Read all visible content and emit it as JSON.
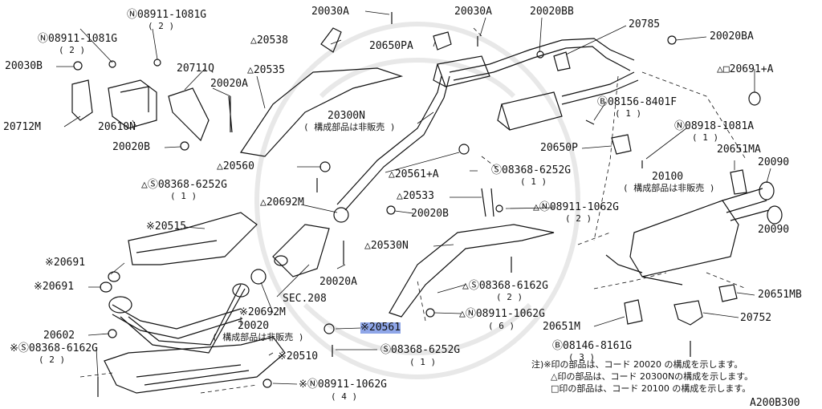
{
  "labels": {
    "l20030A_top": "20030A",
    "l20030A_right": "20030A",
    "l20020BB": "20020BB",
    "l20785": "20785",
    "l20020BA": "20020BA",
    "l20691A": "△□20691+A",
    "l20538": "△20538",
    "l20650PA": "20650PA",
    "l08911_1081G_top": "Ⓝ08911-1081G",
    "l08911_1081G_top_qty": "( 2 )",
    "l08911_1081G_left": "Ⓝ08911-1081G",
    "l08911_1081G_left_qty": "( 2 )",
    "l20030B": "20030B",
    "l20711Q": "20711Q",
    "l20535": "△20535",
    "l20020A_top": "20020A",
    "l20712M": "20712M",
    "l20610N": "20610N",
    "l20020B_left": "20020B",
    "l20300N": "20300N",
    "l20300N_note": "( 構成部品は非販売 )",
    "l08156_8401F": "Ⓑ08156-8401F",
    "l08156_8401F_qty": "( 1 )",
    "l08918_1081A": "Ⓝ08918-1081A",
    "l08918_1081A_qty": "( 1 )",
    "l20650P": "20650P",
    "l20651MA": "20651MA",
    "l20090_top": "20090",
    "l20090_bottom": "20090",
    "l20560": "△20560",
    "l20561A": "△20561+A",
    "l08368_6252G_right": "Ⓢ08368-6252G",
    "l08368_6252G_right_qty": "( 1 )",
    "l20100": "20100",
    "l20100_note": "( 構成部品は非販売 )",
    "l08368_6252G_left": "△Ⓢ08368-6252G",
    "l08368_6252G_left_qty": "( 1 )",
    "l20533": "△20533",
    "l08911_1062G_mid": "△Ⓝ08911-1062G",
    "l08911_1062G_mid_qty": "( 2 )",
    "l20692M_top": "△20692M",
    "l20020B_mid": "20020B",
    "l20515": "※20515",
    "l20530N": "△20530N",
    "l20691_a": "※20691",
    "l20691_b": "※20691",
    "l20020A_mid": "20020A",
    "l08368_6162G_mid": "△Ⓢ08368-6162G",
    "l08368_6162G_mid_qty": "( 2 )",
    "lSEC208": "SEC.208",
    "l20651MB": "20651MB",
    "l20692M_bottom": "※20692M",
    "l08911_1062G_low": "△Ⓝ08911-1062G",
    "l08911_1062G_low_qty": "( 6 )",
    "l20020": "20020",
    "l20020_note": "( 構成部品は非販売 )",
    "l20561": "※20561",
    "l20651M": "20651M",
    "l20752": "20752",
    "l20602": "20602",
    "l08368_6162G_left": "※Ⓢ08368-6162G",
    "l08368_6162G_left_qty": "( 2 )",
    "l08368_6252G_bottom": "Ⓢ08368-6252G",
    "l08368_6252G_bottom_qty": "( 1 )",
    "l20510": "※20510",
    "l08146_8161G": "Ⓑ08146-8161G",
    "l08146_8161G_qty": "( 3 )",
    "l08911_1062G_bottom": "※Ⓝ08911-1062G",
    "l08911_1062G_bottom_qty": "( 4 )"
  },
  "notes": {
    "line1": "注)※印の部品は、コード 20020 の構成を示します。",
    "line2": "△印の部品は、コード 20300Nの構成を示します。",
    "line3": "□印の部品は、コード 20100 の構成を示します。"
  },
  "diagram_code": "A200B300",
  "colors": {
    "line": "#111111",
    "highlight": "#8fa6e8",
    "watermark": "#e8e8e8"
  }
}
